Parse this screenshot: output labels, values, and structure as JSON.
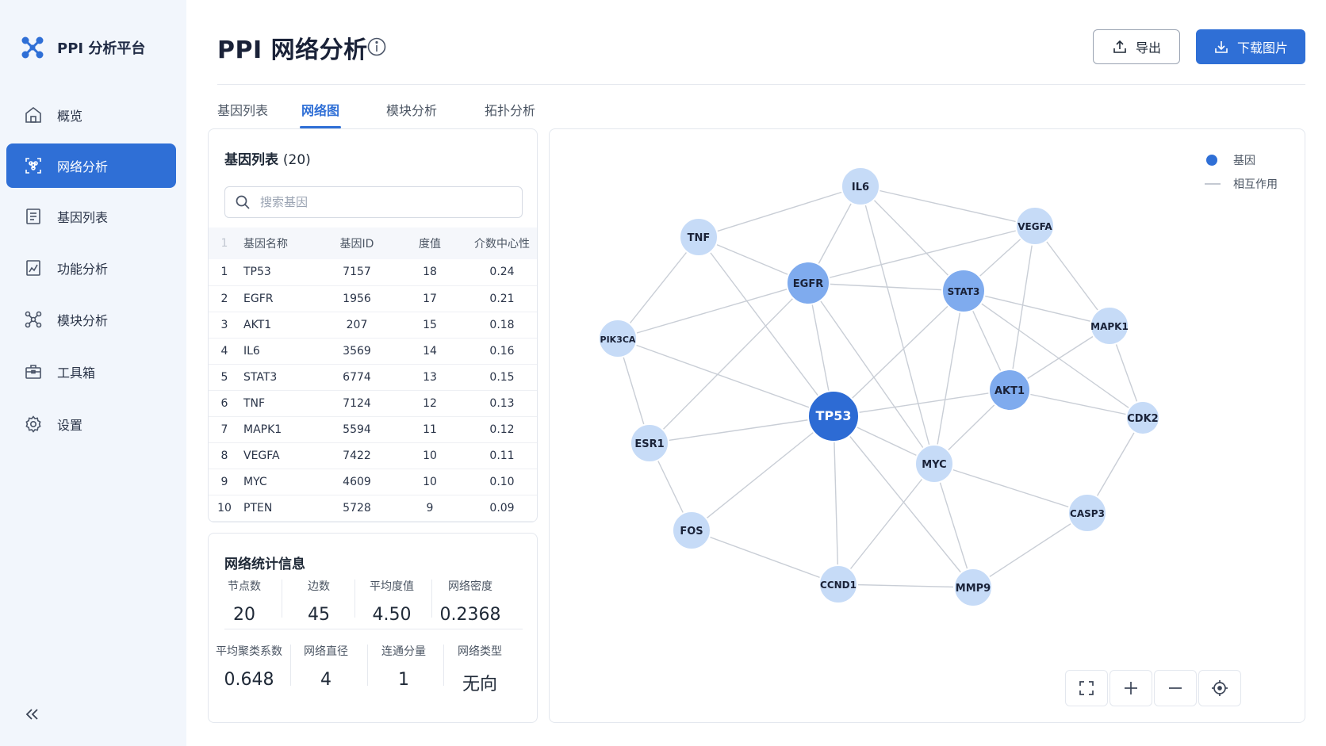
{
  "app": {
    "brand": "PPI 分析平台"
  },
  "sidebar": {
    "items": [
      {
        "label": "概览",
        "icon": "home-icon",
        "active": false
      },
      {
        "label": "网络分析",
        "icon": "network-icon",
        "active": true
      },
      {
        "label": "基因列表",
        "icon": "list-icon",
        "active": false
      },
      {
        "label": "功能分析",
        "icon": "function-chart-icon",
        "active": false
      },
      {
        "label": "模块分析",
        "icon": "module-icon",
        "active": false
      },
      {
        "label": "工具箱",
        "icon": "toolbox-icon",
        "active": false
      },
      {
        "label": "设置",
        "icon": "gear-icon",
        "active": false
      }
    ],
    "collapse_icon": "double-chevron-left-icon"
  },
  "header": {
    "title": "PPI 网络分析",
    "export_label": "导出",
    "download_label": "下载图片"
  },
  "tabs": [
    {
      "label": "基因列表",
      "active": false
    },
    {
      "label": "网络图",
      "active": true
    },
    {
      "label": "模块分析",
      "active": false
    },
    {
      "label": "拓扑分析",
      "active": false
    }
  ],
  "gene_panel": {
    "title": "基因列表",
    "count": "(20)",
    "search_placeholder": "搜索基因",
    "columns": {
      "index": "1",
      "name": "基因名称",
      "id": "基因ID",
      "degree": "度值",
      "betweenness": "介数中心性"
    },
    "rows": [
      {
        "index": "1",
        "name": "TP53",
        "id": "7157",
        "degree": "18",
        "betweenness": "0.24"
      },
      {
        "index": "2",
        "name": "EGFR",
        "id": "1956",
        "degree": "17",
        "betweenness": "0.21"
      },
      {
        "index": "3",
        "name": "AKT1",
        "id": "207",
        "degree": "15",
        "betweenness": "0.18"
      },
      {
        "index": "4",
        "name": "IL6",
        "id": "3569",
        "degree": "14",
        "betweenness": "0.16"
      },
      {
        "index": "5",
        "name": "STAT3",
        "id": "6774",
        "degree": "13",
        "betweenness": "0.15"
      },
      {
        "index": "6",
        "name": "TNF",
        "id": "7124",
        "degree": "12",
        "betweenness": "0.13"
      },
      {
        "index": "7",
        "name": "MAPK1",
        "id": "5594",
        "degree": "11",
        "betweenness": "0.12"
      },
      {
        "index": "8",
        "name": "VEGFA",
        "id": "7422",
        "degree": "10",
        "betweenness": "0.11"
      },
      {
        "index": "9",
        "name": "MYC",
        "id": "4609",
        "degree": "10",
        "betweenness": "0.10"
      },
      {
        "index": "10",
        "name": "PTEN",
        "id": "5728",
        "degree": "9",
        "betweenness": "0.09"
      }
    ]
  },
  "stats": {
    "title": "网络统计信息",
    "row1": [
      {
        "label": "节点数",
        "value": "20"
      },
      {
        "label": "边数",
        "value": "45"
      },
      {
        "label": "平均度值",
        "value": "4.50"
      },
      {
        "label": "网络密度",
        "value": "0.2368"
      }
    ],
    "row2": [
      {
        "label": "平均聚类系数",
        "value": "0.648"
      },
      {
        "label": "网络直径",
        "value": "4"
      },
      {
        "label": "连通分量",
        "value": "1"
      },
      {
        "label": "网络类型",
        "value": "无向"
      }
    ]
  },
  "network": {
    "legend": {
      "node_label": "基因",
      "edge_label": "相互作用"
    },
    "colors": {
      "hub": "#2d6bd4",
      "primary": "#7fabee",
      "secondary": "#c6dbf7",
      "edge": "#c9ced6",
      "accent": "#2f6fd6"
    },
    "nodes": [
      {
        "id": "IL6",
        "tier": "secondary"
      },
      {
        "id": "TNF",
        "tier": "secondary"
      },
      {
        "id": "VEGFA",
        "tier": "secondary"
      },
      {
        "id": "EGFR",
        "tier": "primary"
      },
      {
        "id": "STAT3",
        "tier": "primary"
      },
      {
        "id": "MAPK1",
        "tier": "secondary"
      },
      {
        "id": "PIK3CA",
        "tier": "secondary"
      },
      {
        "id": "AKT1",
        "tier": "primary"
      },
      {
        "id": "TP53",
        "tier": "hub"
      },
      {
        "id": "CDK2",
        "tier": "secondary"
      },
      {
        "id": "ESR1",
        "tier": "secondary"
      },
      {
        "id": "MYC",
        "tier": "secondary"
      },
      {
        "id": "CASP3",
        "tier": "secondary"
      },
      {
        "id": "FOS",
        "tier": "secondary"
      },
      {
        "id": "CCND1",
        "tier": "secondary"
      },
      {
        "id": "MMP9",
        "tier": "secondary"
      }
    ],
    "edges": [
      [
        "IL6",
        "TNF"
      ],
      [
        "IL6",
        "VEGFA"
      ],
      [
        "IL6",
        "EGFR"
      ],
      [
        "IL6",
        "STAT3"
      ],
      [
        "IL6",
        "MYC"
      ],
      [
        "TNF",
        "EGFR"
      ],
      [
        "TNF",
        "PIK3CA"
      ],
      [
        "TNF",
        "TP53"
      ],
      [
        "VEGFA",
        "EGFR"
      ],
      [
        "VEGFA",
        "STAT3"
      ],
      [
        "VEGFA",
        "MAPK1"
      ],
      [
        "VEGFA",
        "AKT1"
      ],
      [
        "EGFR",
        "STAT3"
      ],
      [
        "EGFR",
        "PIK3CA"
      ],
      [
        "EGFR",
        "TP53"
      ],
      [
        "EGFR",
        "ESR1"
      ],
      [
        "EGFR",
        "MYC"
      ],
      [
        "STAT3",
        "MAPK1"
      ],
      [
        "STAT3",
        "AKT1"
      ],
      [
        "STAT3",
        "TP53"
      ],
      [
        "STAT3",
        "MYC"
      ],
      [
        "STAT3",
        "CDK2"
      ],
      [
        "MAPK1",
        "AKT1"
      ],
      [
        "MAPK1",
        "CDK2"
      ],
      [
        "PIK3CA",
        "TP53"
      ],
      [
        "PIK3CA",
        "ESR1"
      ],
      [
        "AKT1",
        "TP53"
      ],
      [
        "AKT1",
        "MYC"
      ],
      [
        "AKT1",
        "CDK2"
      ],
      [
        "TP53",
        "ESR1"
      ],
      [
        "TP53",
        "MYC"
      ],
      [
        "TP53",
        "FOS"
      ],
      [
        "TP53",
        "CCND1"
      ],
      [
        "TP53",
        "MMP9"
      ],
      [
        "CDK2",
        "CASP3"
      ],
      [
        "ESR1",
        "FOS"
      ],
      [
        "MYC",
        "CASP3"
      ],
      [
        "MYC",
        "CCND1"
      ],
      [
        "MYC",
        "MMP9"
      ],
      [
        "CASP3",
        "MMP9"
      ],
      [
        "FOS",
        "CCND1"
      ],
      [
        "CCND1",
        "MMP9"
      ]
    ]
  }
}
